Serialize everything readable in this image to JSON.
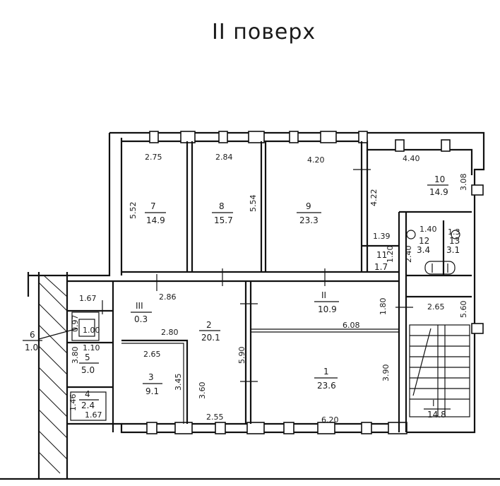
{
  "title": "II поверх",
  "rooms": [
    {
      "id": "1",
      "area": "23.6"
    },
    {
      "id": "2",
      "area": "20.1"
    },
    {
      "id": "3",
      "area": "9.1"
    },
    {
      "id": "4",
      "area": "2.4"
    },
    {
      "id": "5",
      "area": "5.0"
    },
    {
      "id": "6",
      "area": "1.0"
    },
    {
      "id": "7",
      "area": "14.9"
    },
    {
      "id": "8",
      "area": "15.7"
    },
    {
      "id": "9",
      "area": "23.3"
    },
    {
      "id": "10",
      "area": "14.9"
    },
    {
      "id": "11",
      "area": "1.7"
    },
    {
      "id": "12",
      "area": "3.4"
    },
    {
      "id": "13",
      "area": "3.1"
    },
    {
      "id": "I",
      "area": "14.8"
    },
    {
      "id": "II",
      "area": "10.9"
    },
    {
      "id": "III",
      "area": "0.3"
    }
  ],
  "dimensions": [
    "2.75",
    "2.84",
    "4.20",
    "4.40",
    "5.52",
    "5.54",
    "4.22",
    "3.08",
    "1.39",
    "1.20",
    "1.40",
    "1.3",
    "2.40",
    "2.86",
    "2.80",
    "6.08",
    "1.80",
    "2.65",
    "5.60",
    "2.65",
    "3.45",
    "3.60",
    "5.90",
    "3.90",
    "2.55",
    "6.20",
    "1.67",
    "0.97",
    "1.00",
    "1.10",
    "3.80",
    "1.46",
    "1.67"
  ]
}
